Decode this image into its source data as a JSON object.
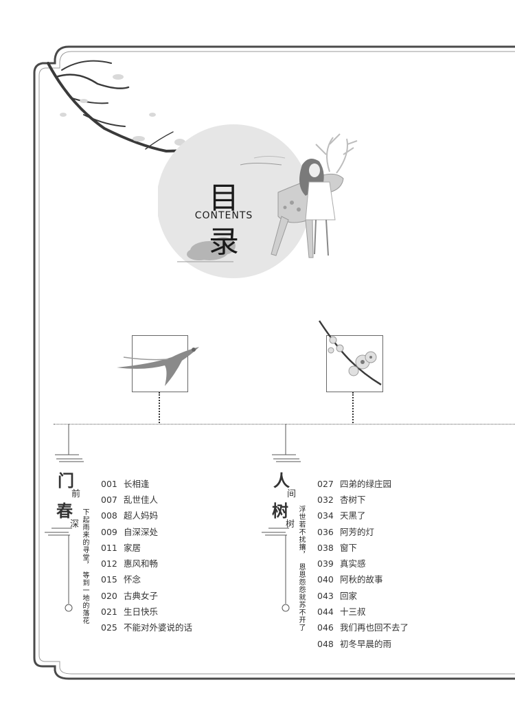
{
  "header": {
    "title": "目录",
    "subtitle": "CONTENTS"
  },
  "left_section": {
    "title_big_1": "门",
    "title_small_1": "前",
    "title_big_2": "春",
    "title_small_2": "深",
    "verse_col_1": "下起雨来的寻堂，",
    "verse_col_2": "等到一地的落花",
    "items": [
      {
        "num": "001",
        "label": "长相逢"
      },
      {
        "num": "007",
        "label": "乱世佳人"
      },
      {
        "num": "008",
        "label": "超人妈妈"
      },
      {
        "num": "009",
        "label": "自深深处"
      },
      {
        "num": "011",
        "label": "家居"
      },
      {
        "num": "012",
        "label": "惠风和畅"
      },
      {
        "num": "015",
        "label": "怀念"
      },
      {
        "num": "020",
        "label": "古典女子"
      },
      {
        "num": "021",
        "label": "生日快乐"
      },
      {
        "num": "025",
        "label": "不能对外婆说的话"
      }
    ]
  },
  "right_section": {
    "title_big_1": "人",
    "title_small_1": "间",
    "title_big_2": "树",
    "title_small_2": "树",
    "verse_col_1": "浮世若不扰攘，",
    "verse_col_2": "恩恩怨怨就苏不开了",
    "items": [
      {
        "num": "027",
        "label": "四弟的绿庄园"
      },
      {
        "num": "032",
        "label": "杏树下"
      },
      {
        "num": "034",
        "label": "天黑了"
      },
      {
        "num": "036",
        "label": "阿芳的灯"
      },
      {
        "num": "038",
        "label": "窗下"
      },
      {
        "num": "039",
        "label": "真实感"
      },
      {
        "num": "040",
        "label": "阿秋的故事"
      },
      {
        "num": "043",
        "label": "回家"
      },
      {
        "num": "044",
        "label": "十三叔"
      },
      {
        "num": "046",
        "label": "我们再也回不去了"
      },
      {
        "num": "048",
        "label": "初冬早晨的雨"
      }
    ]
  }
}
